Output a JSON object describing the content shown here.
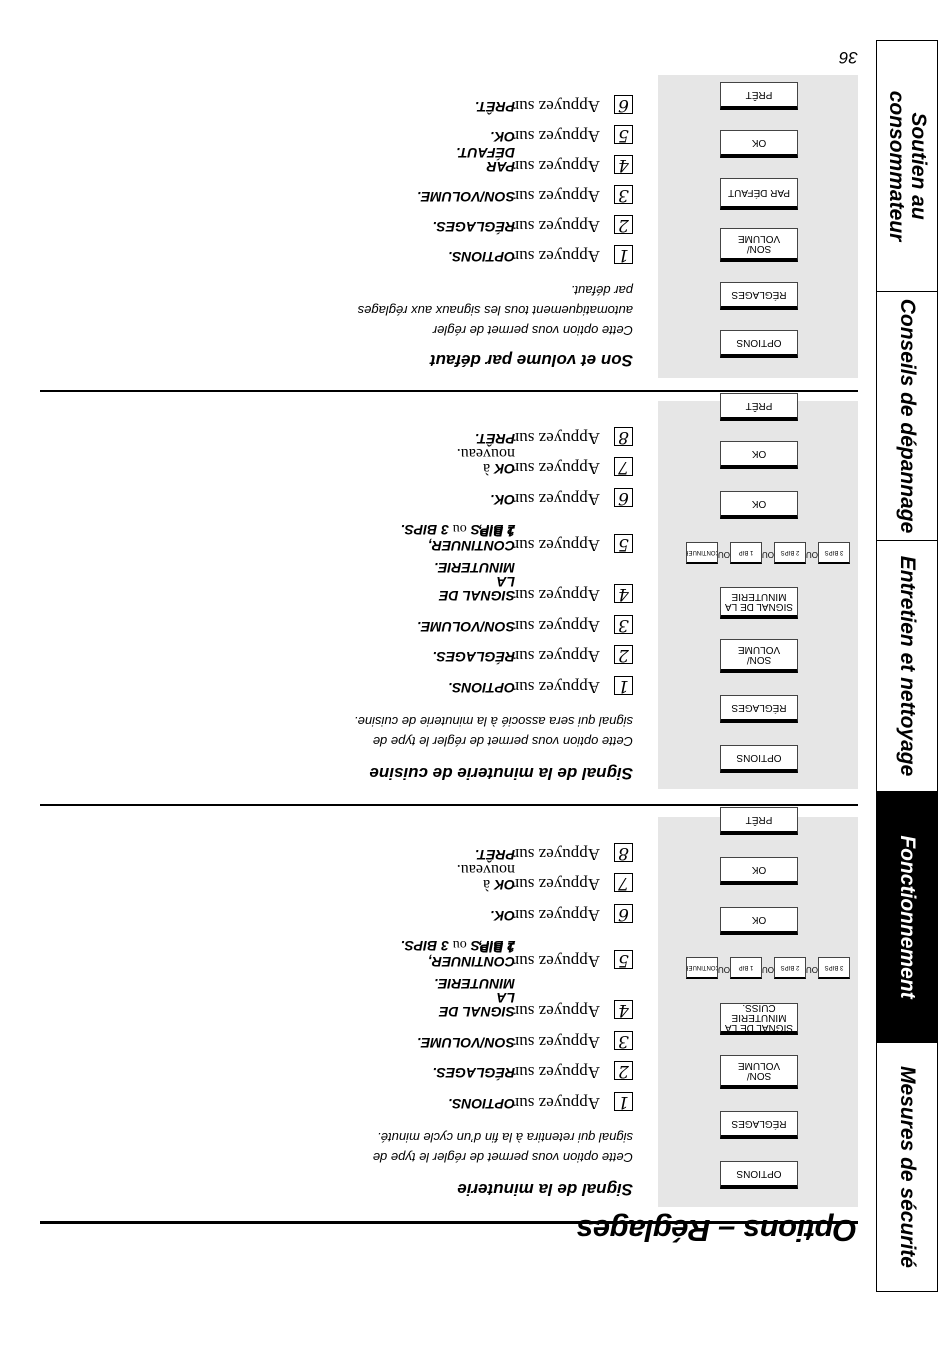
{
  "page_number": "36",
  "page_title": "Options – Réglages",
  "side_tabs": [
    {
      "label": "Mesures de sécurité",
      "active": false
    },
    {
      "label": "Fonctionnement",
      "active": true
    },
    {
      "label": "Entretien et nettoyage",
      "active": false
    },
    {
      "label": "Conseils de dépannage",
      "active": false
    },
    {
      "label": "Soutien au\nconsommateur",
      "active": false
    }
  ],
  "prefix": "Appuyez sur",
  "keys": {
    "options": "OPTIONS",
    "reglages": "RÉGLAGES",
    "son_volume": "SON/\nVOLUME",
    "signal_minuterie": "SIGNAL DE LA\nMINUTERIE",
    "signal_minuterie_cuiss": "SIGNAL DE LA\nMINUTERIE CUISS.",
    "ok": "OK",
    "pret": "PRÊT",
    "par_defaut": "PAR DÉFAUT",
    "continuer": "CONTINUER",
    "ou": "OU",
    "bip1": "1 BIP",
    "bips2": "2 BIPS",
    "bips3": "3 BIPS"
  },
  "sections": {
    "minuterie": {
      "title": "Signal de la minuterie",
      "description": "Cette option vous permet de régler le type de\nsignal qui retentira à la fin d’un cycle minuté.",
      "steps": [
        {
          "n": "1",
          "action": "OPTIONS."
        },
        {
          "n": "2",
          "action": "RÉGLAGES."
        },
        {
          "n": "3",
          "action": "SON/VOLUME."
        },
        {
          "n": "4",
          "action": "SIGNAL DE\nLA MINUTERIE."
        },
        {
          "n": "5",
          "action": "CONTINUER, 1 BIP,",
          "action2a": "2 BIPS",
          "ou": "ou",
          "action2b": "3 BIPS."
        },
        {
          "n": "6",
          "action": "OK."
        },
        {
          "n": "7",
          "action": "OK",
          "suffix": "à nouveau."
        },
        {
          "n": "8",
          "action": "PRÊT."
        }
      ]
    },
    "cuisine": {
      "title": "Signal de la minuterie de cuisine",
      "description": "Cette option vous permet de régler le type de\nsignal qui sera associé à la minuterie de cuisine.",
      "steps": [
        {
          "n": "1",
          "action": "OPTIONS."
        },
        {
          "n": "2",
          "action": "RÉGLAGES."
        },
        {
          "n": "3",
          "action": "SON/VOLUME."
        },
        {
          "n": "4",
          "action": "SIGNAL DE\nLA MINUTERIE."
        },
        {
          "n": "5",
          "action": "CONTINUER, 1 BIP,",
          "action2a": "2 BIPS",
          "ou": "ou",
          "action2b": "3 BIPS."
        },
        {
          "n": "6",
          "action": "OK."
        },
        {
          "n": "7",
          "action": "OK",
          "suffix": "à nouveau."
        },
        {
          "n": "8",
          "action": "PRÊT."
        }
      ]
    },
    "defaut": {
      "title": "Son et volume par défaut",
      "description": "Cette option vous permet de régler\nautomatiquement tous les signaux aux réglages\npar défaut.",
      "steps": [
        {
          "n": "1",
          "action": "OPTIONS."
        },
        {
          "n": "2",
          "action": "RÉGLAGES."
        },
        {
          "n": "3",
          "action": "SON/VOLUME."
        },
        {
          "n": "4",
          "action": "PAR DÉFAUT."
        },
        {
          "n": "5",
          "action": "OK."
        },
        {
          "n": "6",
          "action": "PRÊT."
        }
      ]
    }
  }
}
